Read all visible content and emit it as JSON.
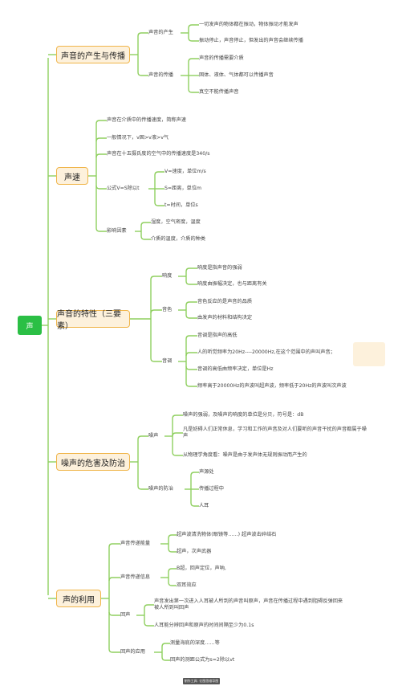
{
  "root": "声",
  "categories": [
    {
      "label": "声音的产生与传播",
      "groups": [
        {
          "label": "声音的产生",
          "items": [
            "一切发声的物体都在振动，物体振动才能发声",
            "振动停止，声音停止，但发出的声音会继续传播"
          ]
        },
        {
          "label": "声音的传播",
          "items": [
            "声音的传播需要介质",
            "固体、液体、气体都可以传播声音",
            "真空不能传播声音"
          ]
        }
      ]
    },
    {
      "label": "声速",
      "direct": [
        "声音在介质中的传播速度，简称声速",
        "一般情况下，v固>v液>v气",
        "声音在十五摄氏度的空气中的传播速度是340/s"
      ],
      "groups": [
        {
          "label": "公式V=S除以t",
          "items": [
            "V=速度，单位m/s",
            "S=距离，单位m",
            "t=时间，单位s"
          ]
        },
        {
          "label": "影响因素",
          "items": [
            "湿度，空气密度，温度",
            "介质的温度，介质的种类"
          ]
        }
      ]
    },
    {
      "label": "声音的特性（三要素）",
      "groups": [
        {
          "label": "响度",
          "items": [
            "响度是指声音的强弱",
            "响度由振幅决定，也与距离有关"
          ]
        },
        {
          "label": "音色",
          "items": [
            "音色反应的是声音的品质",
            "由发声的材料和结构决定"
          ]
        },
        {
          "label": "音调",
          "items": [
            "音调是指声的高低",
            "人的听觉频率为20Hz----20000Hz,在这个范围中的声叫声音；",
            "音调的高低由频率决定，单位是Hz",
            "频率高于20000Hz的声波叫超声波，频率低于20Hz的声波叫次声波"
          ]
        }
      ]
    },
    {
      "label": "噪声的危害及防治",
      "groups": [
        {
          "label": "噪声",
          "items": [
            "噪声的强弱，及噪声的响度的单位是分贝，符号是：dB",
            "凡是妨碍人们正常休息，学习和工作的声音及对人们要听的声音干扰的声音都属于噪声",
            "从物理学角度看：噪声是由于发声体无规则振动而产生的"
          ]
        },
        {
          "label": "噪声的防治",
          "items": [
            "声源处",
            "传播过程中",
            "人耳"
          ]
        }
      ]
    },
    {
      "label": "声的利用",
      "groups": [
        {
          "label": "声音传递能量",
          "items": [
            "超声波清洗物体(眼镜等……) 超声波击碎结石",
            "超声，次声武器"
          ]
        },
        {
          "label": "声音传递信息",
          "items": [
            "B超，回声定位，声呐,",
            "双耳效应"
          ]
        },
        {
          "label": "回声",
          "items": [
            "声音发出第一次进入人耳被人所到的声音叫原声，声音在传播过程中遇到阻碍反弹回来被人所到叫回声",
            "人耳能分辨回声和原声的时间间隔至少为0.1s"
          ]
        },
        {
          "label": "回声的应用",
          "items": [
            "测量海底的深度……等",
            "回声的测距公式为s=2除以vt"
          ]
        }
      ]
    }
  ],
  "footer_badge": "制作工具: 亿图思维导图",
  "colors": {
    "root": "#2bbf45",
    "line": "#8fcf5f",
    "cat_fill": "#fdf1dc",
    "cat_border": "#f0b54a"
  }
}
